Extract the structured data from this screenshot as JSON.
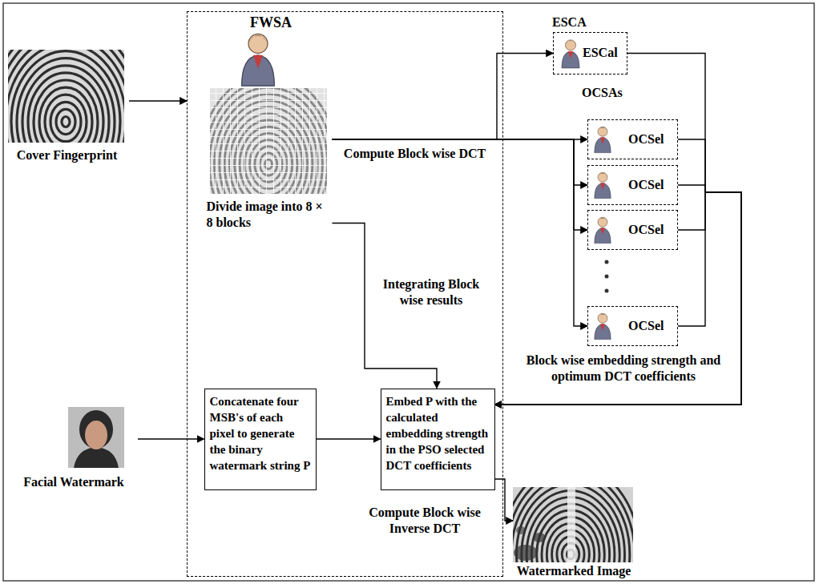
{
  "diagram": {
    "nodes": [
      {
        "text": [
          "Cover Fingerprint"
        ]
      },
      {
        "text": [
          "FWSA"
        ]
      },
      {
        "text": [
          "Divide image into 8 × 8 blocks"
        ],
        "in": 1
      },
      {
        "text": [
          "Concatenate four MSB's of each pixel to generate the binary watermark string P"
        ],
        "in": 1
      },
      {
        "text": [
          "Embed P with the calculated embedding strength in the PSO selected DCT coefficients"
        ],
        "in": 1
      },
      {
        "text": [
          "ESCA",
          "ESCal"
        ]
      },
      {
        "text": [
          "OCSel"
        ]
      },
      {
        "text": [
          "OCSel"
        ]
      },
      {
        "text": [
          "OCSel"
        ]
      },
      {
        "text": [
          "OCSel"
        ]
      },
      {
        "text": [
          "Facial Watermark"
        ]
      },
      {
        "text": [
          "Watermarked Image"
        ]
      }
    ],
    "edges": [
      {
        "from": 0,
        "to": 1,
        "arrow": "to"
      },
      {
        "from": 2,
        "to": 5,
        "arrow": "to"
      },
      {
        "from": 2,
        "to": 6,
        "arrow": "to"
      },
      {
        "from": 2,
        "to": 7,
        "arrow": "to"
      },
      {
        "from": 2,
        "to": 8,
        "arrow": "to"
      },
      {
        "from": 2,
        "to": 9,
        "arrow": "to"
      },
      {
        "from": 2,
        "to": 4,
        "label": "Integrating Block wise results",
        "arrow": "to"
      },
      {
        "from": 10,
        "to": 3,
        "arrow": "to"
      },
      {
        "from": 3,
        "to": 4,
        "arrow": "to"
      },
      {
        "from": 5,
        "to": 4,
        "arrow": "to"
      },
      {
        "from": 6,
        "to": 4,
        "arrow": "to"
      },
      {
        "from": 7,
        "to": 4,
        "arrow": "to"
      },
      {
        "from": 8,
        "to": 4,
        "arrow": "to"
      },
      {
        "from": 9,
        "to": 4,
        "arrow": "to"
      },
      {
        "from": 4,
        "to": 11,
        "label": "Compute Block wise Inverse DCT",
        "arrow": "to"
      }
    ],
    "labels": [
      "Compute Block wise DCT",
      "OCSAs",
      "Block wise embedding strength and optimum DCT coefficients"
    ]
  }
}
